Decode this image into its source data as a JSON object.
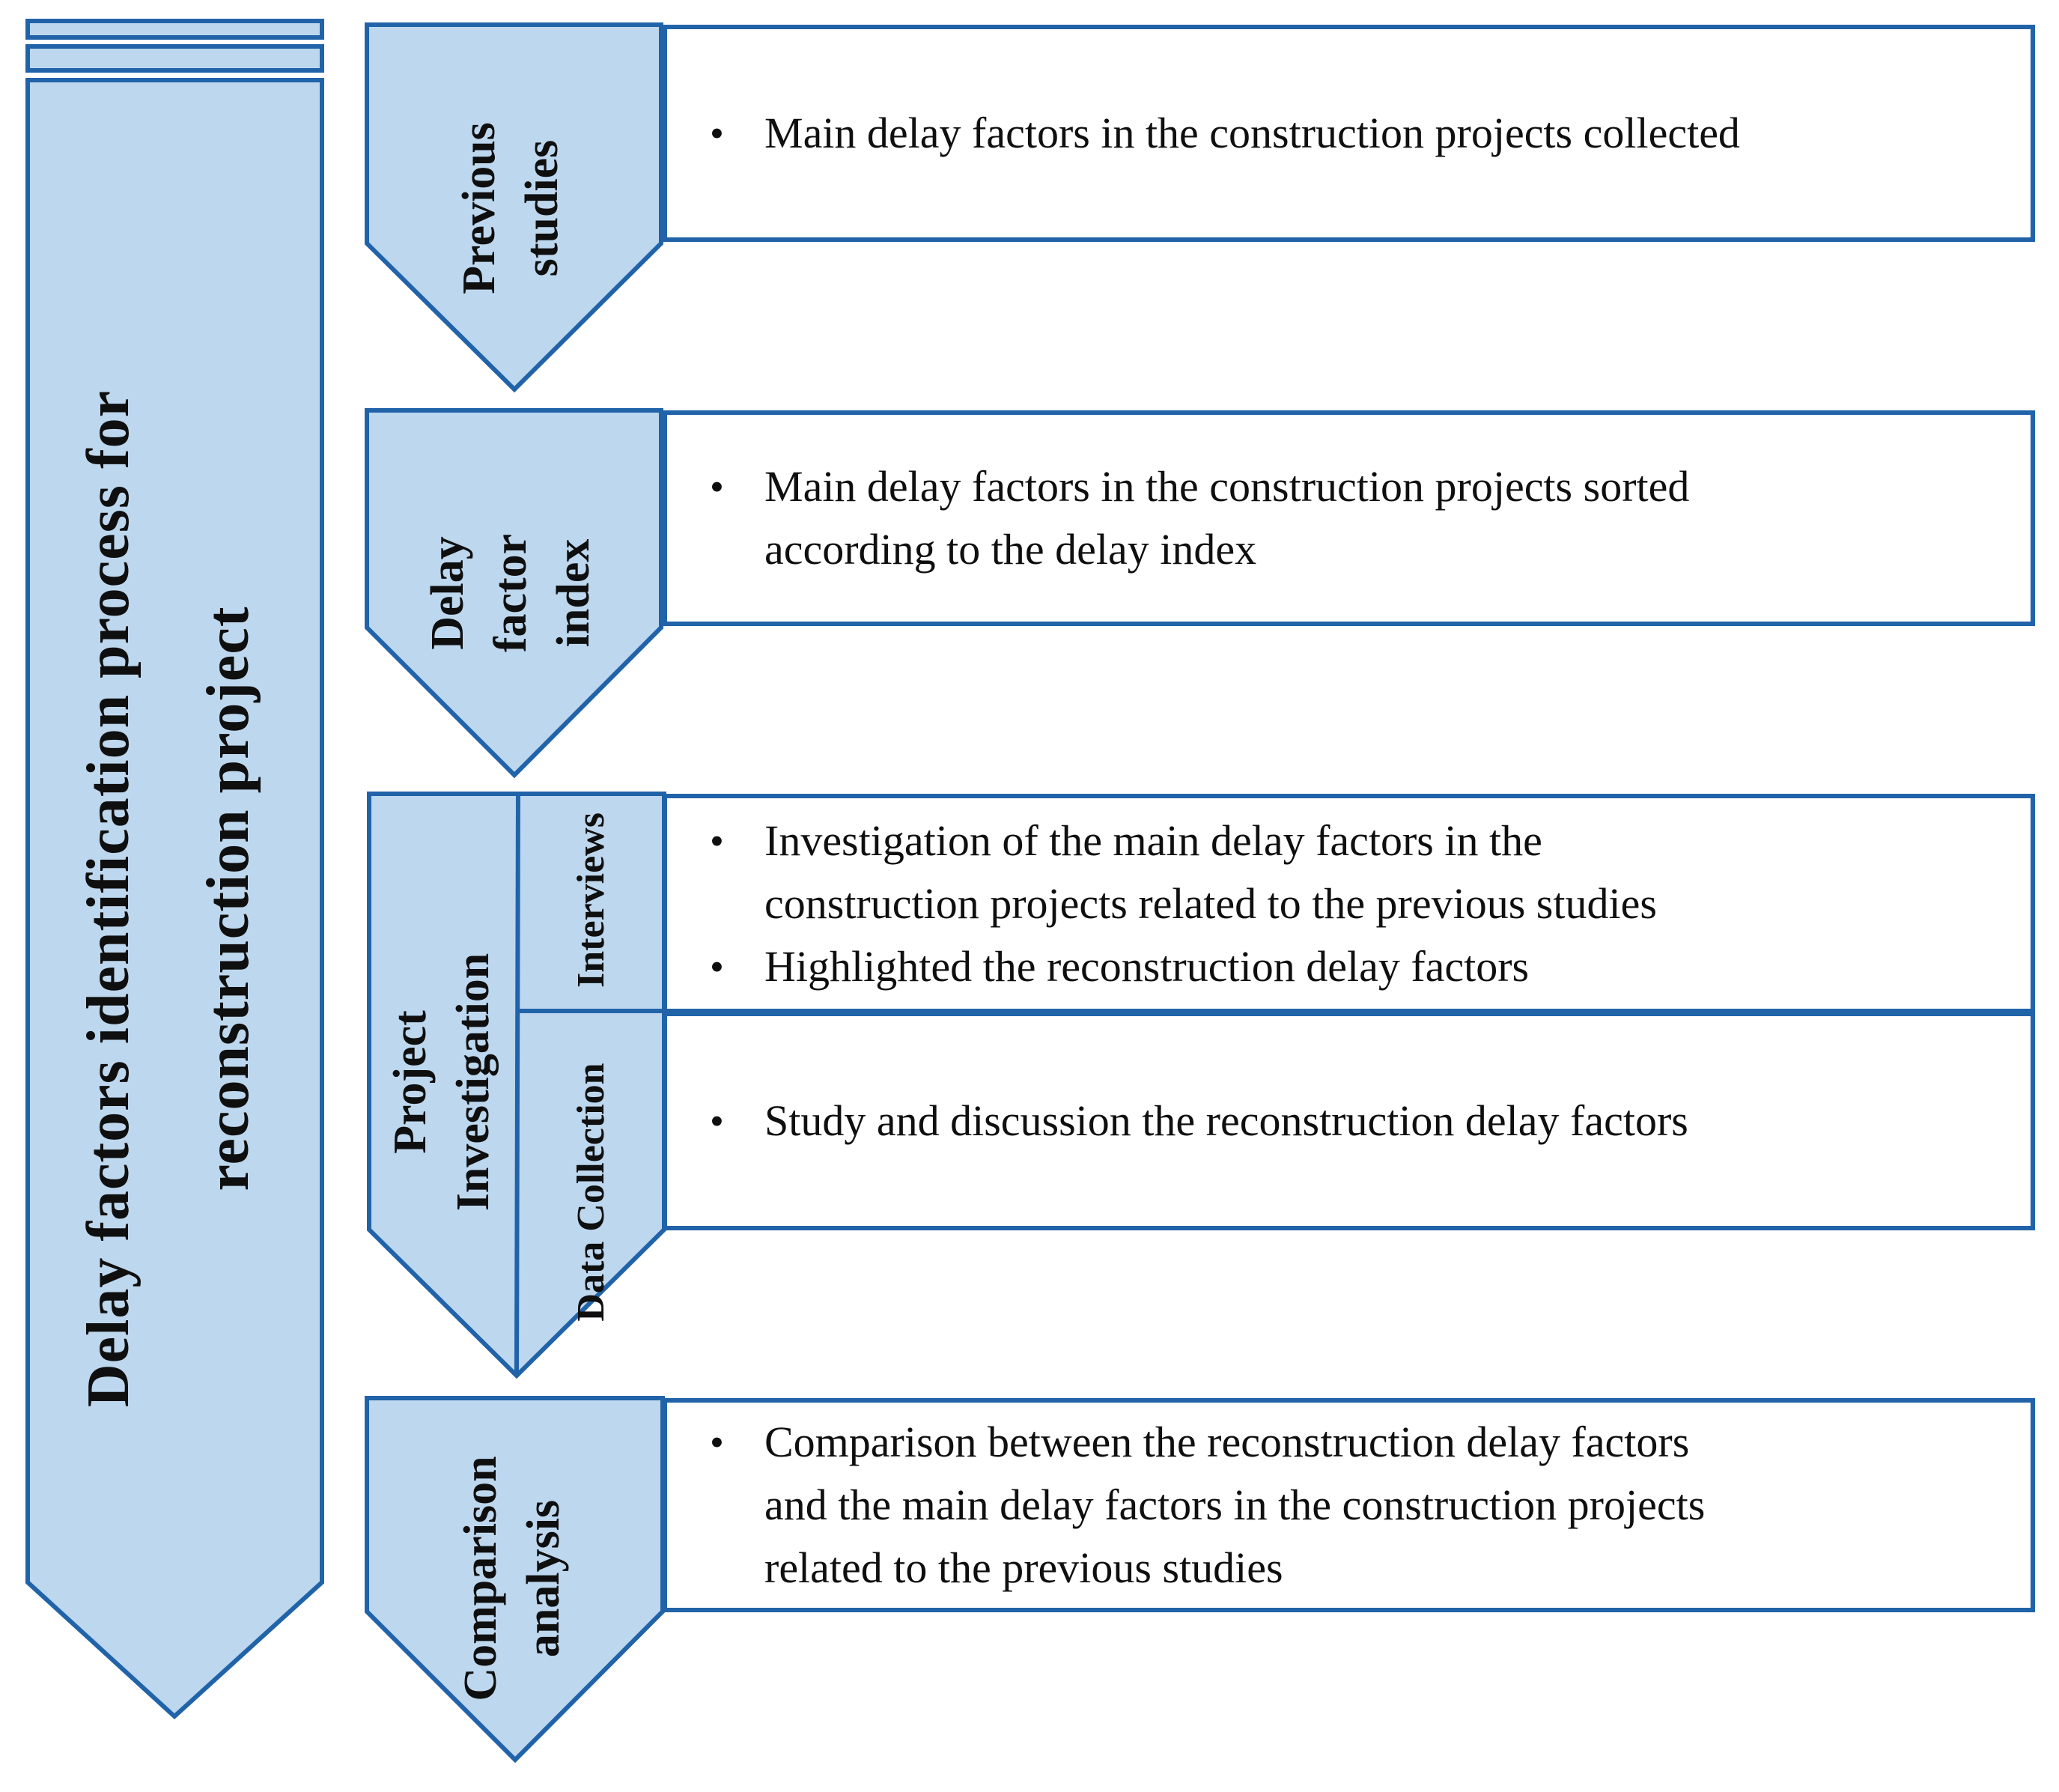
{
  "diagram": {
    "title_lines": [
      "Delay factors identification process for",
      "reconstruction project"
    ],
    "bullet_glyph": "•",
    "colors": {
      "shape_fill": "#BDD7EE",
      "shape_stroke": "#2163A9",
      "box_border": "#2163A9",
      "text": "#0f0f0f"
    },
    "stages": [
      {
        "label_lines": [
          "Previous",
          "studies"
        ],
        "bullets": [
          {
            "lines": [
              "Main delay factors in the construction projects collected"
            ]
          }
        ]
      },
      {
        "label_lines": [
          "Delay",
          "factor",
          "index"
        ],
        "bullets": [
          {
            "lines": [
              "Main delay factors in the construction projects sorted",
              "according to the delay index"
            ]
          }
        ]
      },
      {
        "label_lines": [
          "Project",
          "Investigation"
        ],
        "sub_stages": [
          {
            "label": "Interviews",
            "bullets": [
              {
                "lines": [
                  "Investigation of the main delay factors in the",
                  "construction projects related to the previous studies"
                ]
              },
              {
                "lines": [
                  "Highlighted the reconstruction delay factors"
                ]
              }
            ]
          },
          {
            "label": "Data Collection",
            "bullets": [
              {
                "lines": [
                  "Study and discussion the reconstruction delay factors"
                ]
              }
            ]
          }
        ]
      },
      {
        "label_lines": [
          "Comparison",
          "analysis"
        ],
        "bullets": [
          {
            "lines": [
              "Comparison between the reconstruction delay factors",
              "and the main delay factors in the construction projects",
              "related to the previous studies"
            ]
          }
        ]
      }
    ]
  }
}
